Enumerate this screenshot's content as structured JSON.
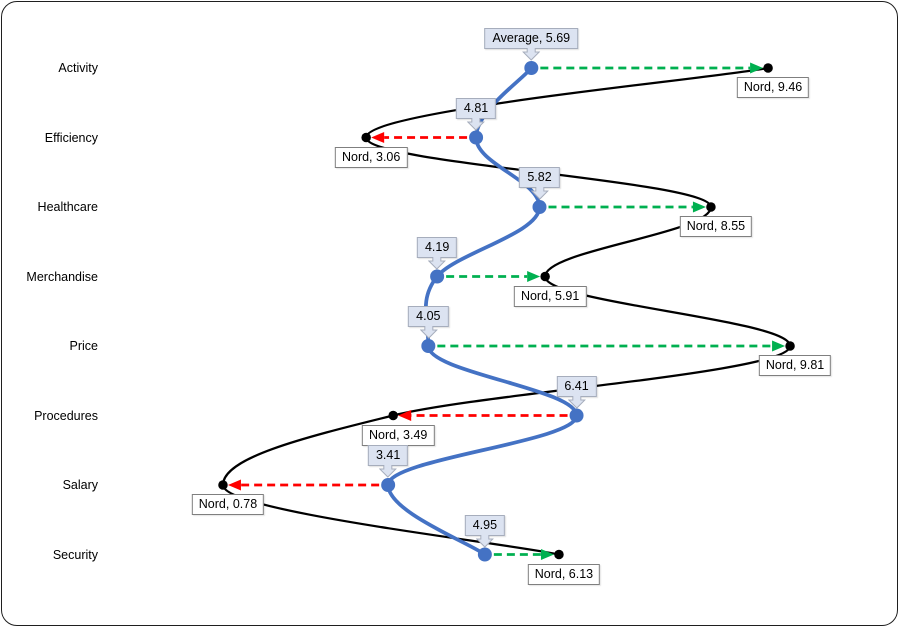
{
  "chart_data": {
    "type": "scatter",
    "subtype": "dumbbell-smooth-lines",
    "orientation": "categories-on-rows",
    "title": "",
    "xlabel": "",
    "ylabel": "",
    "value_range": [
      0,
      10
    ],
    "grid": false,
    "legend_position": "none",
    "categories": [
      "Activity",
      "Efficiency",
      "Healthcare",
      "Merchandise",
      "Price",
      "Procedures",
      "Salary",
      "Security"
    ],
    "series": [
      {
        "name": "Average",
        "color": "#4472C4",
        "marker": "circle",
        "values": [
          5.69,
          4.81,
          5.82,
          4.19,
          4.05,
          6.41,
          3.41,
          4.95
        ],
        "point_labels": [
          "Average, 5.69",
          "4.81",
          "5.82",
          "4.19",
          "4.05",
          "6.41",
          "3.41",
          "4.95"
        ]
      },
      {
        "name": "Nord",
        "color": "#000000",
        "marker": "circle",
        "values": [
          9.46,
          3.06,
          8.55,
          5.91,
          9.81,
          3.49,
          0.78,
          6.13
        ],
        "point_labels": [
          "Nord, 9.46",
          "Nord, 3.06",
          "Nord, 8.55",
          "Nord, 5.91",
          "Nord, 9.81",
          "Nord, 3.49",
          "Nord, 0.78",
          "Nord, 6.13"
        ]
      }
    ],
    "delta_arrows": {
      "style": "dashed",
      "increase_color": "#00B050",
      "decrease_color": "#FF0000",
      "directions": [
        "increase",
        "decrease",
        "increase",
        "increase",
        "increase",
        "decrease",
        "decrease",
        "increase"
      ]
    },
    "colors": {
      "callout_fill": "#DCE3F1",
      "callout_border": "#A6ADBC",
      "nord_label_fill": "#FFFFFF",
      "nord_label_border": "#7F7F7F",
      "frame_border": "#1F1F1F",
      "background": "#FFFFFF"
    }
  }
}
